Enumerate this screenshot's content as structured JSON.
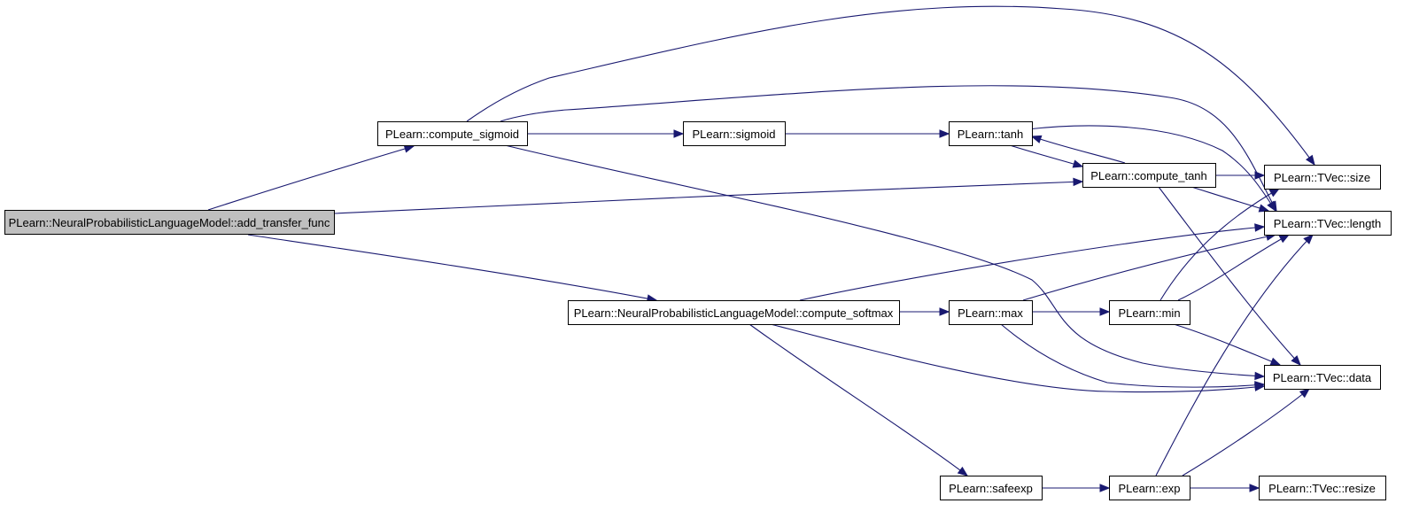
{
  "graph": {
    "type": "call-graph",
    "colors": {
      "edge": "#191970",
      "root_fill": "#bfbfbf",
      "node_fill": "#ffffff",
      "border": "#000000"
    },
    "nodes": [
      {
        "id": "add_transfer_func",
        "label": "PLearn::NeuralProbabilisticLanguageModel::add_transfer_func",
        "root": true
      },
      {
        "id": "compute_sigmoid",
        "label": "PLearn::compute_sigmoid"
      },
      {
        "id": "sigmoid",
        "label": "PLearn::sigmoid"
      },
      {
        "id": "tanh",
        "label": "PLearn::tanh"
      },
      {
        "id": "compute_tanh",
        "label": "PLearn::compute_tanh"
      },
      {
        "id": "tvec_size",
        "label": "PLearn::TVec::size"
      },
      {
        "id": "tvec_length",
        "label": "PLearn::TVec::length"
      },
      {
        "id": "compute_softmax",
        "label": "PLearn::NeuralProbabilisticLanguageModel::compute_softmax"
      },
      {
        "id": "max",
        "label": "PLearn::max"
      },
      {
        "id": "min",
        "label": "PLearn::min"
      },
      {
        "id": "tvec_data",
        "label": "PLearn::TVec::data"
      },
      {
        "id": "safeexp",
        "label": "PLearn::safeexp"
      },
      {
        "id": "exp",
        "label": "PLearn::exp"
      },
      {
        "id": "tvec_resize",
        "label": "PLearn::TVec::resize"
      }
    ],
    "edges": [
      {
        "from": "add_transfer_func",
        "to": "compute_sigmoid"
      },
      {
        "from": "add_transfer_func",
        "to": "compute_tanh"
      },
      {
        "from": "add_transfer_func",
        "to": "compute_softmax"
      },
      {
        "from": "compute_sigmoid",
        "to": "tvec_size"
      },
      {
        "from": "compute_sigmoid",
        "to": "tvec_length"
      },
      {
        "from": "compute_sigmoid",
        "to": "sigmoid"
      },
      {
        "from": "compute_sigmoid",
        "to": "tvec_data"
      },
      {
        "from": "sigmoid",
        "to": "tanh"
      },
      {
        "from": "tanh",
        "to": "tvec_length"
      },
      {
        "from": "tanh",
        "to": "compute_tanh"
      },
      {
        "from": "compute_tanh",
        "to": "tanh"
      },
      {
        "from": "compute_tanh",
        "to": "tvec_size"
      },
      {
        "from": "compute_tanh",
        "to": "tvec_length"
      },
      {
        "from": "compute_tanh",
        "to": "tvec_data"
      },
      {
        "from": "compute_softmax",
        "to": "tvec_length"
      },
      {
        "from": "compute_softmax",
        "to": "max"
      },
      {
        "from": "compute_softmax",
        "to": "tvec_data"
      },
      {
        "from": "compute_softmax",
        "to": "safeexp"
      },
      {
        "from": "max",
        "to": "tvec_length"
      },
      {
        "from": "max",
        "to": "min"
      },
      {
        "from": "max",
        "to": "tvec_data"
      },
      {
        "from": "min",
        "to": "tvec_size"
      },
      {
        "from": "min",
        "to": "tvec_length"
      },
      {
        "from": "min",
        "to": "tvec_data"
      },
      {
        "from": "safeexp",
        "to": "exp"
      },
      {
        "from": "exp",
        "to": "tvec_length"
      },
      {
        "from": "exp",
        "to": "tvec_data"
      },
      {
        "from": "exp",
        "to": "tvec_resize"
      }
    ]
  }
}
